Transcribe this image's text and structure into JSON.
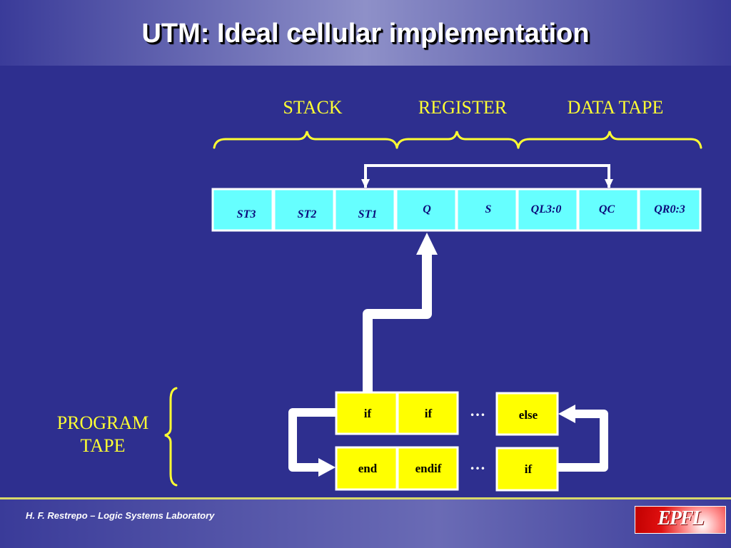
{
  "title": "UTM: Ideal cellular implementation",
  "sections": {
    "stack": "STACK",
    "register": "REGISTER",
    "data_tape": "DATA TAPE"
  },
  "cells": [
    "ST3",
    "ST2",
    "ST1",
    "Q",
    "S",
    "QL3:0",
    "QC",
    "QR0:3"
  ],
  "program_tape": {
    "label_line1": "PROGRAM",
    "label_line2": "TAPE",
    "top_row": [
      "if",
      "if",
      "else"
    ],
    "bottom_row": [
      "end",
      "endif",
      "if"
    ],
    "ellipsis": "…"
  },
  "footer": {
    "credit": "H. F. Restrepo – Logic Systems Laboratory",
    "logo_text": "EPFL"
  },
  "colors": {
    "background": "#2e2f8f",
    "label_yellow": "#ffff33",
    "cell_cyan": "#66ffff",
    "program_yellow": "#ffff00",
    "cell_text": "#0b0b7a"
  }
}
